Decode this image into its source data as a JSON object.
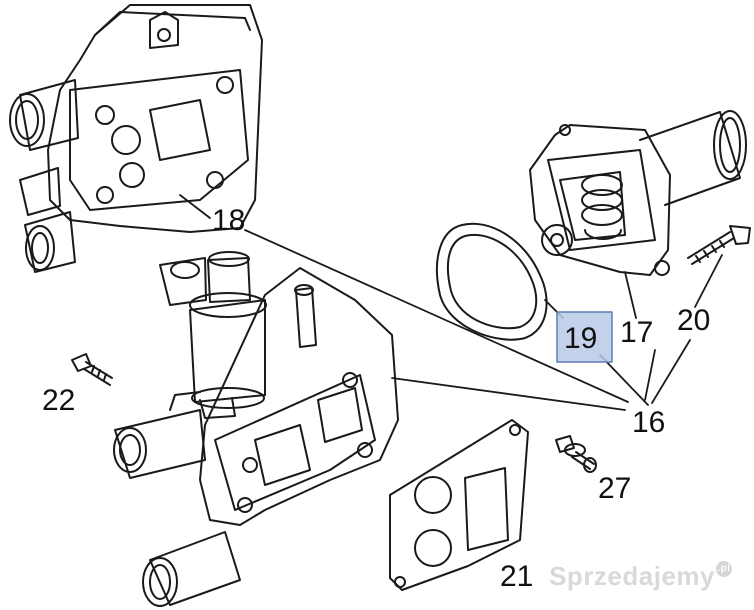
{
  "callouts": [
    {
      "id": "16",
      "label": "16"
    },
    {
      "id": "17",
      "label": "17"
    },
    {
      "id": "18",
      "label": "18"
    },
    {
      "id": "19",
      "label": "19",
      "highlighted": true
    },
    {
      "id": "20",
      "label": "20"
    },
    {
      "id": "21",
      "label": "21"
    },
    {
      "id": "22",
      "label": "22"
    },
    {
      "id": "27",
      "label": "27"
    }
  ],
  "watermark": {
    "text": "Sprzedajemy",
    "suffix": ".pl",
    "color": "#d9d9d9"
  },
  "colors": {
    "line": "#1a1a1a",
    "highlight": "#b9c9e6",
    "highlight_border": "#5d7fb8"
  }
}
